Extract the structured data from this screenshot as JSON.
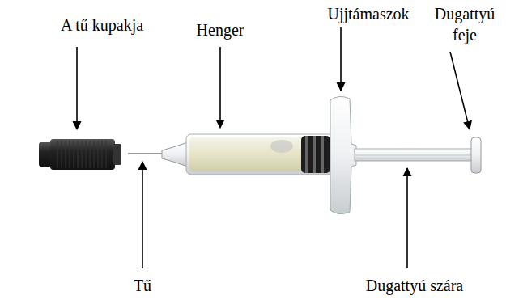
{
  "diagram": {
    "labels": [
      "A tű kupakja",
      "Henger",
      "Ujjtámaszok",
      "Dugattyú feje",
      "Tű",
      "Dugattyú szára"
    ]
  }
}
